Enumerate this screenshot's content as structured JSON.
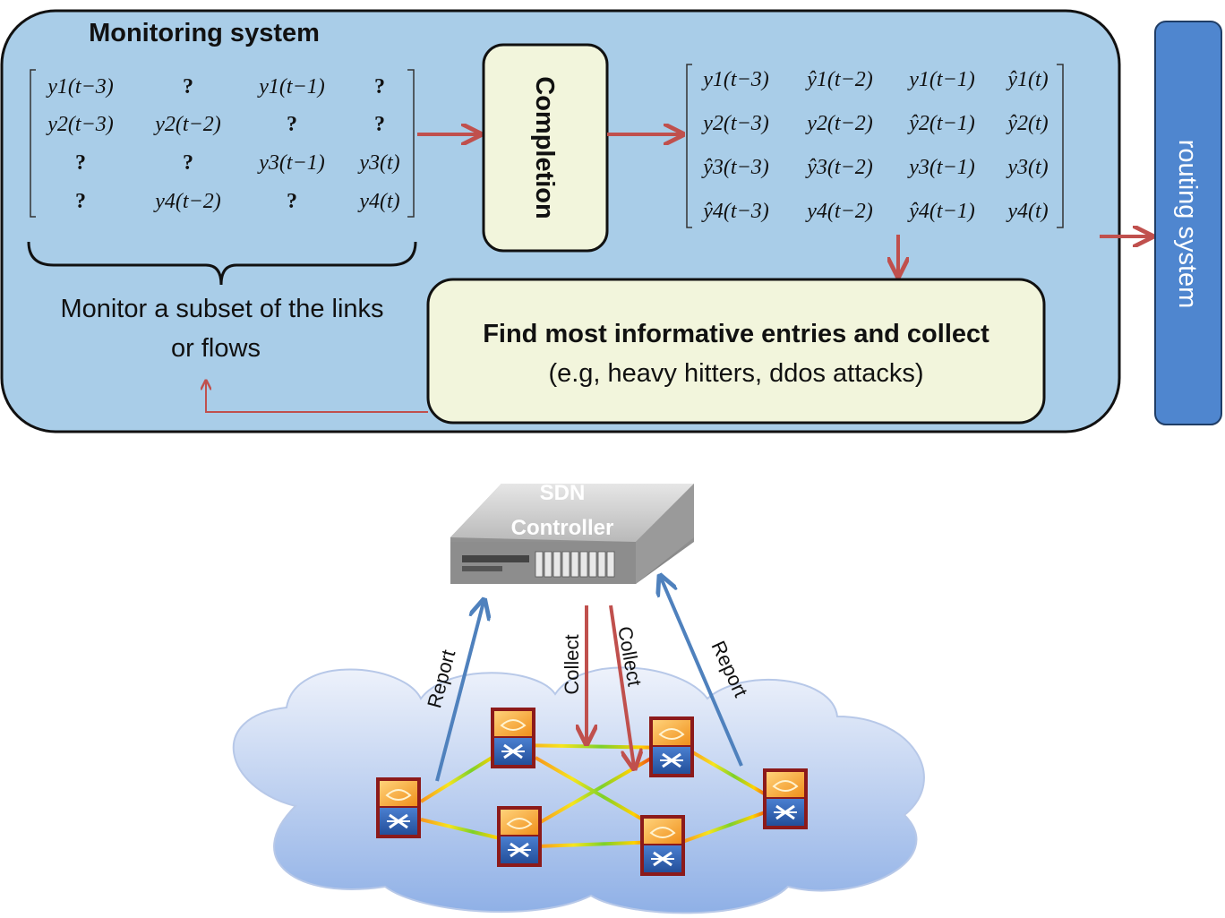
{
  "monitoring": {
    "title": "Monitoring system",
    "subset_line1": "Monitor a subset of the links",
    "subset_line2": "or flows"
  },
  "completion_label": "Completion",
  "find": {
    "line1": "Find most informative entries and  collect",
    "line2": "(e.g, heavy hitters, ddos attacks)"
  },
  "routing_label": "routing system",
  "controller": {
    "line1": "SDN",
    "line2": "Controller"
  },
  "arrows": {
    "report_left": "Report",
    "report_right": "Report",
    "collect_left": "Collect",
    "collect_right": "Collect"
  },
  "matrix_in": [
    [
      "y1(t−3)",
      "?",
      "y1(t−1)",
      "?"
    ],
    [
      "y2(t−3)",
      "y2(t−2)",
      "?",
      "?"
    ],
    [
      "?",
      "?",
      "y3(t−1)",
      "y3(t)"
    ],
    [
      "?",
      "y4(t−2)",
      "?",
      "y4(t)"
    ]
  ],
  "matrix_out": [
    [
      "y1(t−3)",
      "ŷ1(t−2)",
      "y1(t−1)",
      "ŷ1(t)"
    ],
    [
      "y2(t−3)",
      "y2(t−2)",
      "ŷ2(t−1)",
      "ŷ2(t)"
    ],
    [
      "ŷ3(t−3)",
      "ŷ3(t−2)",
      "y3(t−1)",
      "y3(t)"
    ],
    [
      "ŷ4(t−3)",
      "y4(t−2)",
      "ŷ4(t−1)",
      "y4(t)"
    ]
  ],
  "colors": {
    "monitor_bg": "#a9cde8",
    "box_bg": "#f2f5dc",
    "routing_bg": "#4f86cf",
    "red_arrow": "#c0504d",
    "blue_arrow": "#4f81bd"
  }
}
